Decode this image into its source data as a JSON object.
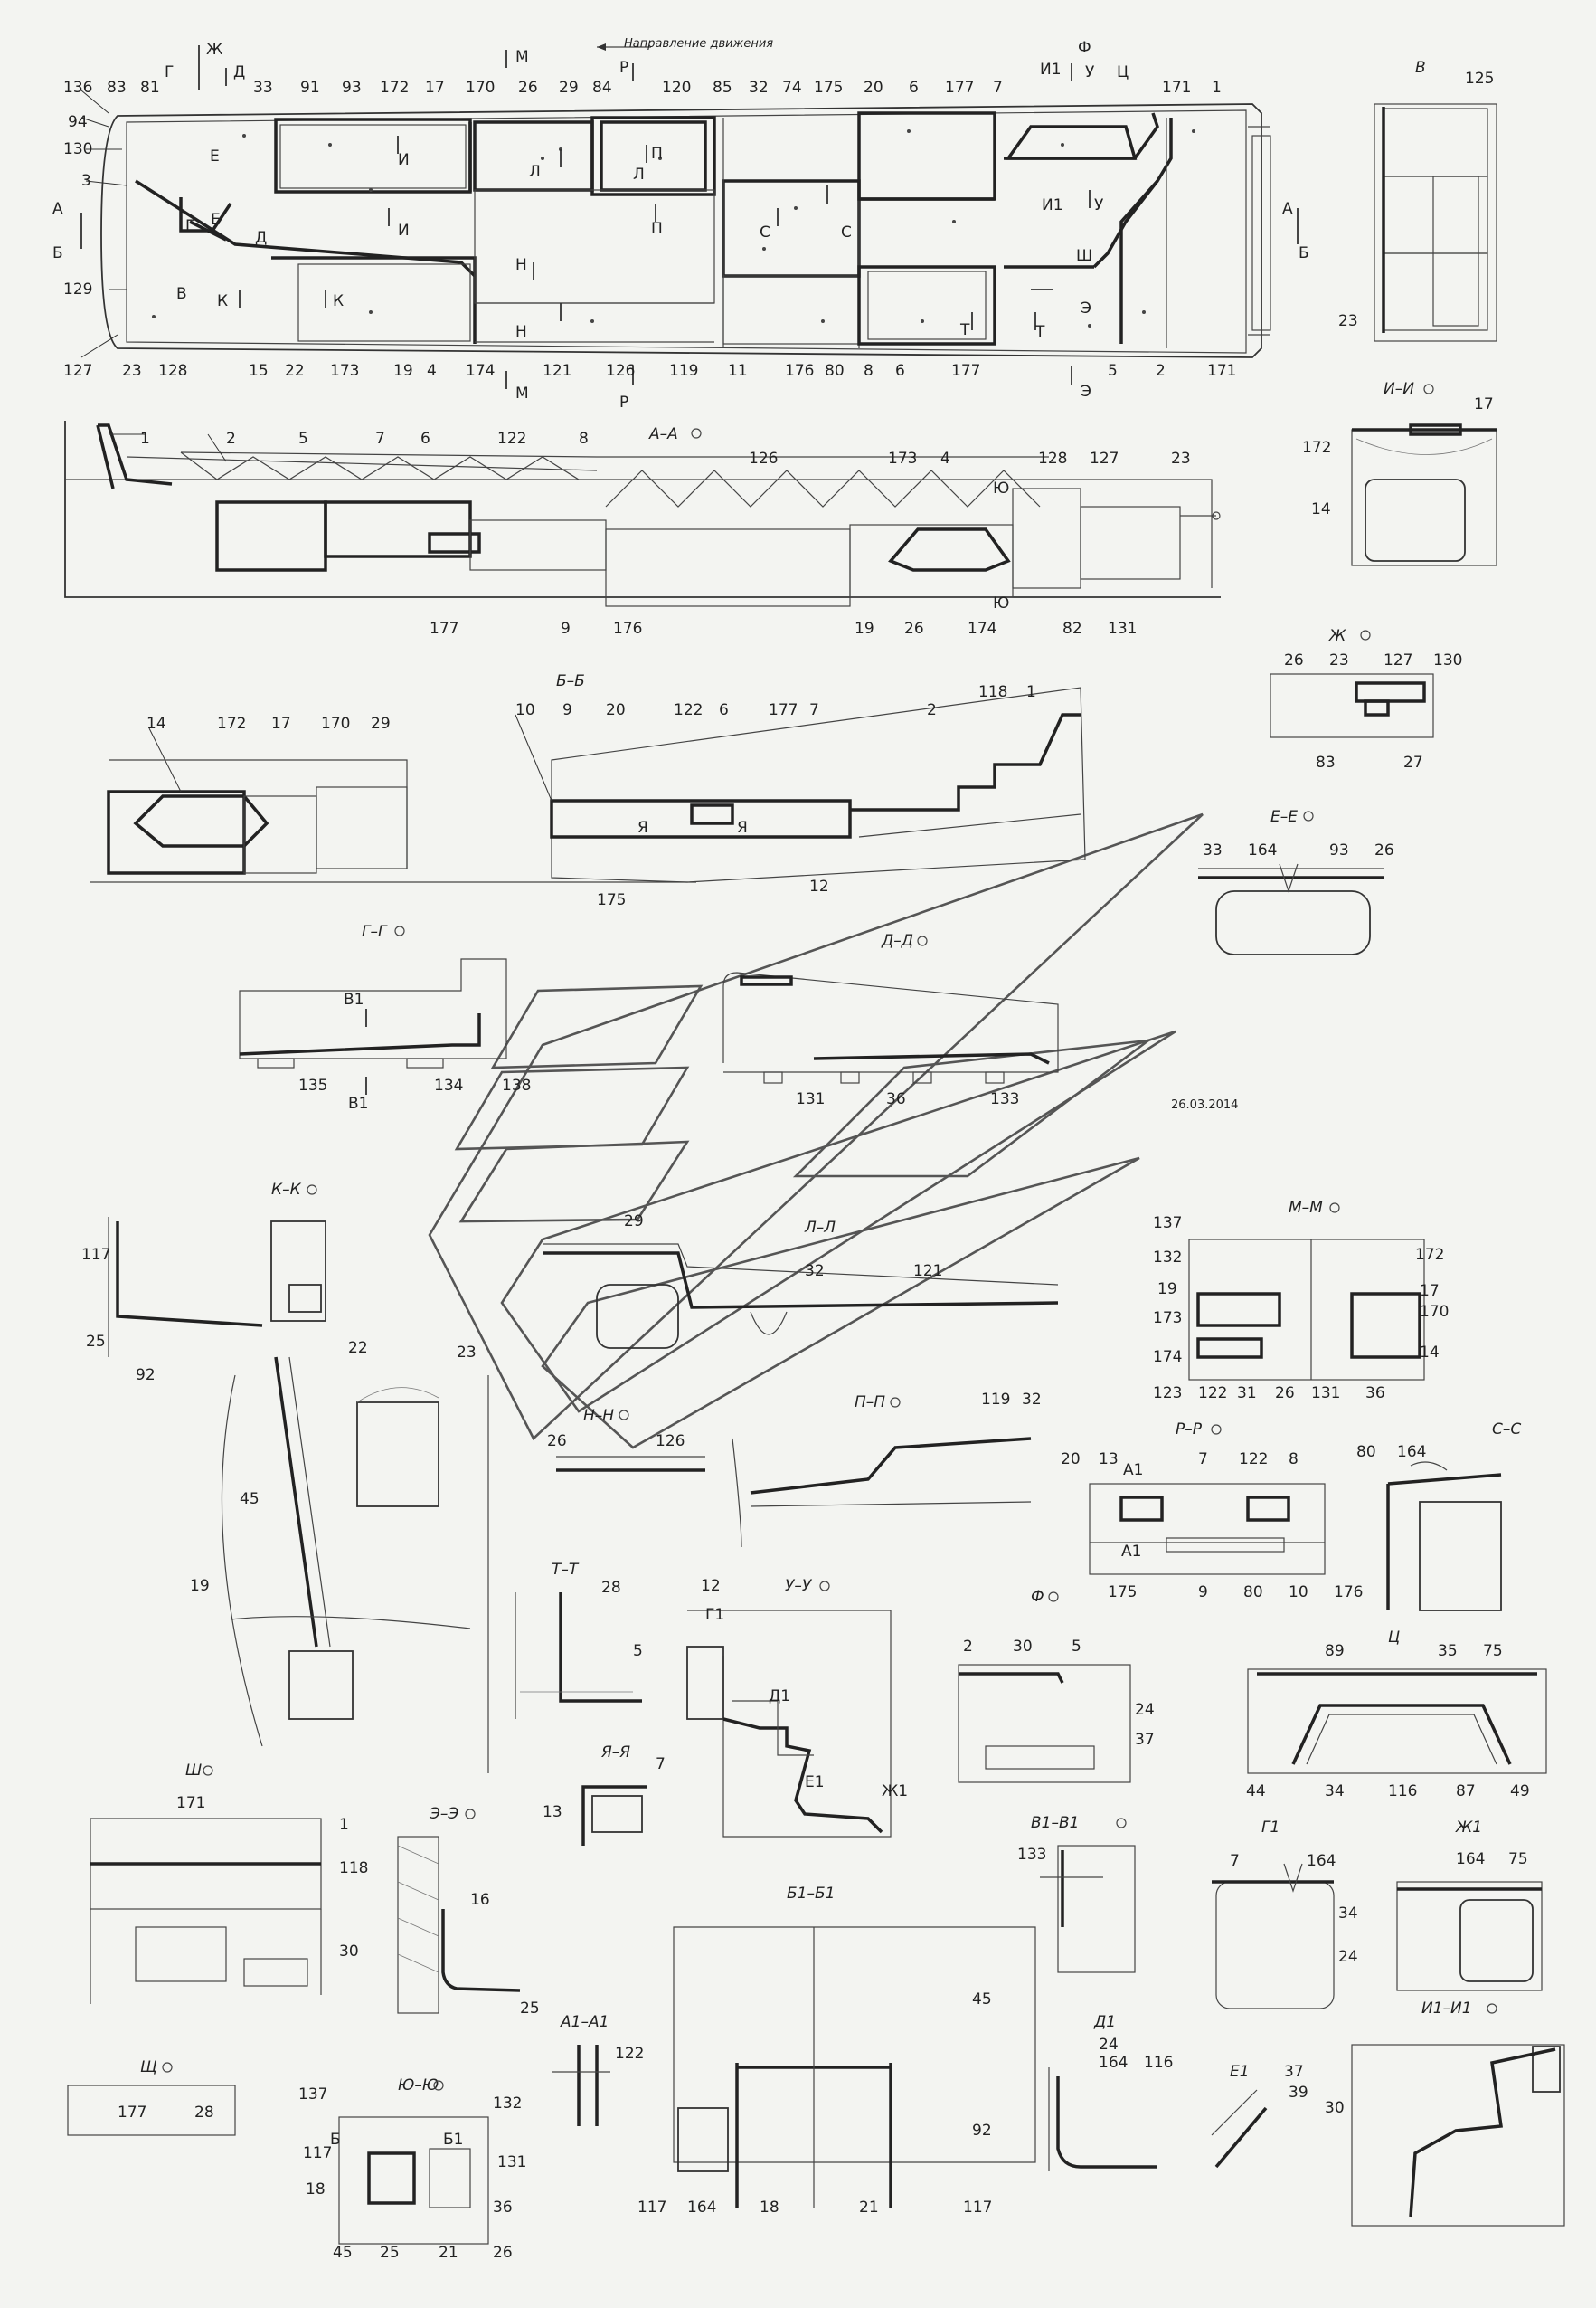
{
  "direction_note": "Направление движения",
  "date_stamp": "26.03.2014",
  "plan": {
    "labels": [
      "136",
      "83",
      "81",
      "Г",
      "Ж",
      "Д",
      "33",
      "91",
      "93",
      "172",
      "17",
      "170",
      "М",
      "26",
      "29",
      "84",
      "Р",
      "120",
      "85",
      "32",
      "74",
      "175",
      "20",
      "6",
      "177",
      "7",
      "И1",
      "Ф",
      "У",
      "Ц",
      "171",
      "1",
      "94",
      "130",
      "3",
      "А",
      "Б",
      "129",
      "127",
      "23",
      "128",
      "15",
      "22",
      "173",
      "19",
      "4",
      "174",
      "121",
      "126",
      "119",
      "11",
      "176",
      "80",
      "8",
      "6",
      "177",
      "5",
      "2",
      "171",
      "Е",
      "Е",
      "Г",
      "Д",
      "В",
      "К",
      "К",
      "И",
      "И",
      "Л",
      "Л",
      "П",
      "П",
      "Н",
      "Н",
      "М",
      "Р",
      "С",
      "С",
      "Т",
      "Т",
      "Ш",
      "Э",
      "Э",
      "И1",
      "У",
      "А",
      "Б"
    ]
  },
  "views": {
    "v_top": {
      "title": "В",
      "labels": [
        "125",
        "23"
      ]
    },
    "aa": {
      "title": "А–А",
      "labels": [
        "1",
        "2",
        "5",
        "7",
        "6",
        "122",
        "8",
        "126",
        "173",
        "4",
        "Ю",
        "128",
        "127",
        "23",
        "177",
        "9",
        "176",
        "19",
        "26",
        "174",
        "Ю",
        "82",
        "131"
      ]
    },
    "ii": {
      "title": "И–И",
      "labels": [
        "172",
        "17",
        "14"
      ]
    },
    "bb": {
      "title": "Б–Б",
      "labels": [
        "14",
        "172",
        "17",
        "170",
        "29",
        "10",
        "9",
        "20",
        "122",
        "6",
        "177",
        "7",
        "118",
        "1",
        "2",
        "175",
        "12",
        "Я",
        "Я"
      ]
    },
    "zh": {
      "title": "Ж",
      "labels": [
        "26",
        "23",
        "127",
        "130",
        "83",
        "27"
      ]
    },
    "ee": {
      "title": "Е–Е",
      "labels": [
        "33",
        "164",
        "93",
        "26"
      ]
    },
    "gg": {
      "title": "Г–Г",
      "labels": [
        "В1",
        "В1",
        "135",
        "134",
        "138"
      ]
    },
    "dd": {
      "title": "Д–Д",
      "labels": [
        "131",
        "36",
        "133"
      ]
    },
    "kk": {
      "title": "К–К",
      "labels": [
        "117",
        "25",
        "92",
        "22",
        "23",
        "45",
        "19"
      ]
    },
    "ll": {
      "title": "Л–Л",
      "labels": [
        "29",
        "32",
        "121"
      ]
    },
    "mm": {
      "title": "М–М",
      "labels": [
        "137",
        "132",
        "19",
        "173",
        "174",
        "123",
        "122",
        "31",
        "26",
        "131",
        "36",
        "172",
        "17",
        "170",
        "14"
      ]
    },
    "nn": {
      "title": "Н–Н",
      "labels": [
        "26",
        "126"
      ]
    },
    "pp": {
      "title": "П–П",
      "labels": [
        "119",
        "32"
      ]
    },
    "rr": {
      "title": "Р–Р",
      "labels": [
        "20",
        "13",
        "А1",
        "7",
        "122",
        "8",
        "А1",
        "175",
        "9",
        "80",
        "10",
        "176"
      ]
    },
    "ss": {
      "title": "С–С",
      "labels": [
        "80",
        "164"
      ]
    },
    "tt": {
      "title": "Т–Т",
      "labels": [
        "28",
        "5"
      ]
    },
    "uu": {
      "title": "У–У",
      "labels": [
        "12",
        "Г1",
        "Д1",
        "Е1",
        "Ж1"
      ]
    },
    "f": {
      "title": "Ф",
      "labels": [
        "2",
        "30",
        "5",
        "24",
        "37"
      ]
    },
    "ts": {
      "title": "Ц",
      "labels": [
        "89",
        "35",
        "75",
        "44",
        "34",
        "116",
        "87",
        "49"
      ]
    },
    "yaya": {
      "title": "Я–Я",
      "labels": [
        "7",
        "13"
      ]
    },
    "sh": {
      "title": "Ш",
      "labels": [
        "171",
        "1",
        "118",
        "30"
      ]
    },
    "ee3": {
      "title": "Э–Э",
      "labels": [
        "16",
        "25"
      ]
    },
    "b1b1": {
      "title": "Б1–Б1",
      "labels": [
        "45",
        "92",
        "117",
        "164",
        "18",
        "21",
        "117"
      ]
    },
    "vv1": {
      "title": "В1–В1",
      "labels": [
        "133"
      ]
    },
    "g1": {
      "title": "Г1",
      "labels": [
        "7",
        "164",
        "34",
        "24"
      ]
    },
    "zh1": {
      "title": "Ж1",
      "labels": [
        "164",
        "75"
      ]
    },
    "a1a1": {
      "title": "А1–А1",
      "labels": [
        "122"
      ]
    },
    "d1": {
      "title": "Д1",
      "labels": [
        "24",
        "164",
        "116"
      ]
    },
    "e1": {
      "title": "Е1",
      "labels": [
        "37",
        "39"
      ]
    },
    "i1i1": {
      "title": "И1–И1",
      "labels": [
        "30"
      ]
    },
    "shch": {
      "title": "Щ",
      "labels": [
        "177",
        "28"
      ]
    },
    "yuyu": {
      "title": "Ю–Ю",
      "labels": [
        "137",
        "132",
        "117",
        "Б",
        "Б1",
        "131",
        "18",
        "36",
        "45",
        "25",
        "21",
        "26"
      ]
    }
  }
}
